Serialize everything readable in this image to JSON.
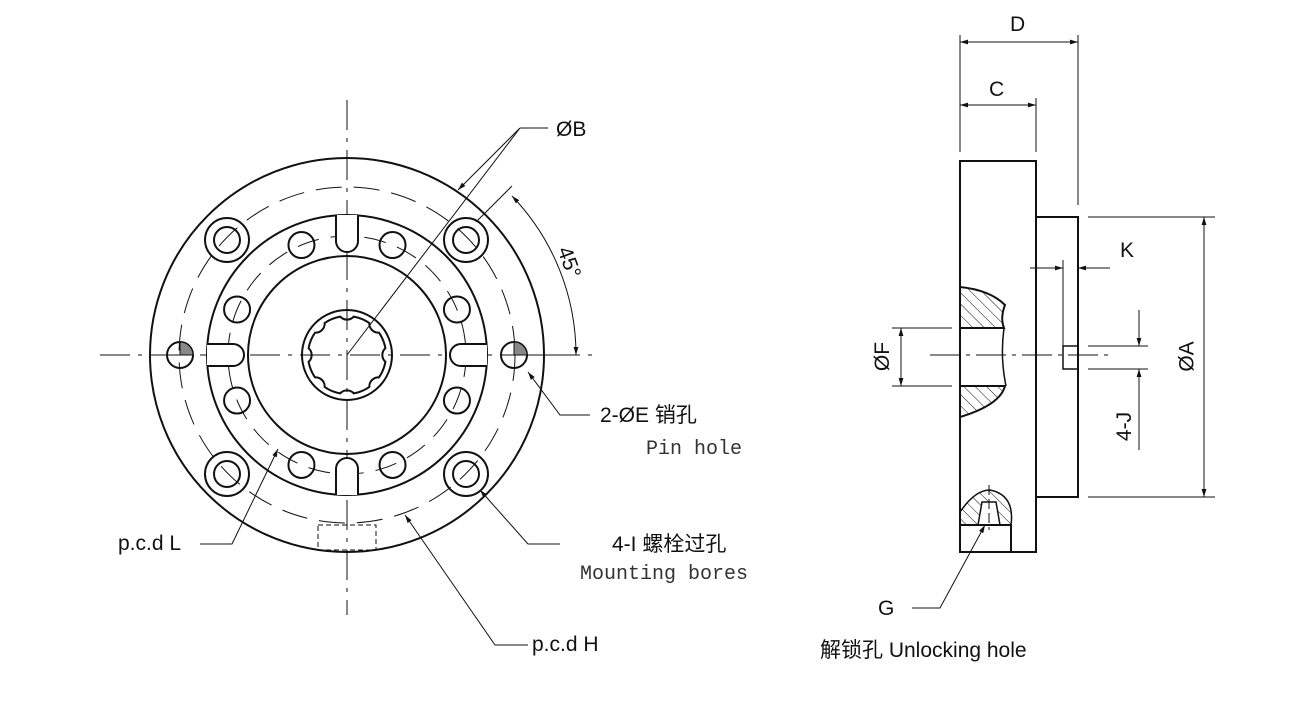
{
  "front_view": {
    "dia_b": "ØB",
    "angle": "45°",
    "pin_hole_label": "2-ØE 销孔",
    "pin_hole_en": "Pin hole",
    "pcd_l": "p.c.d L",
    "mounting_label": "4-I 螺栓过孔",
    "mounting_en": "Mounting bores",
    "pcd_h": "p.c.d H"
  },
  "side_view": {
    "dim_d": "D",
    "dim_c": "C",
    "dim_k": "K",
    "dia_f": "ØF",
    "dia_a": "ØA",
    "dim_4j": "4-J",
    "dim_g": "G",
    "unlocking_label": "解锁孔 Unlocking hole"
  },
  "colors": {
    "line": "#111111",
    "hatch_fill": "#999999"
  }
}
